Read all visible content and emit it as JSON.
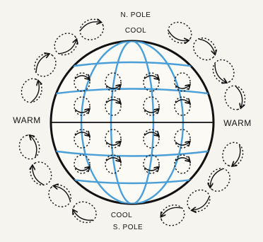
{
  "labels": {
    "north_pole": "N. POLE",
    "north_cool": "COOL",
    "warm_left": "WARM",
    "warm_right": "WARM",
    "south_cool": "COOL",
    "south_pole": "S. POLE"
  },
  "colors": {
    "background": "#f6f4ee",
    "ink": "#111111",
    "grid": "#4a9fd8"
  },
  "icons": [
    "circulation-cell-icon",
    "curved-arrow-icon"
  ]
}
